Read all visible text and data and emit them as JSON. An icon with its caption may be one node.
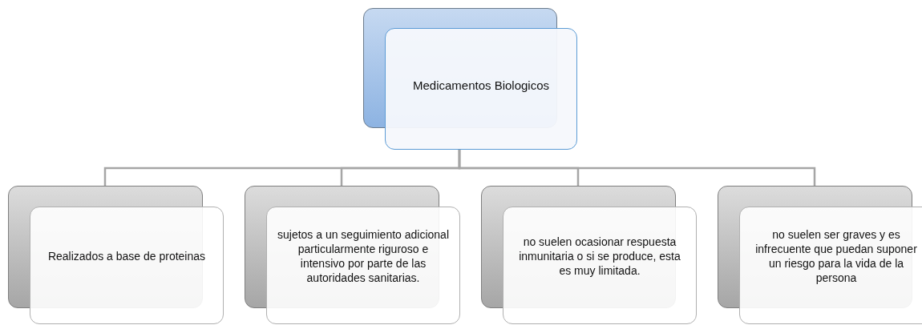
{
  "diagram": {
    "nodes": [
      {
        "text": [
          "Medicamentos Biologicos"
        ]
      },
      {
        "text": [
          "Realizados a base de proteinas"
        ]
      },
      {
        "text": [
          "sujetos a un seguimiento adicional particularmente riguroso e intensivo por parte de las autoridades sanitarias."
        ]
      },
      {
        "text": [
          "no suelen ocasionar respuesta inmunitaria o si se produce, esta es muy limitada."
        ]
      },
      {
        "text": [
          "no suelen ser graves y es infrecuente que puedan suponer un riesgo para la vida de la persona"
        ]
      }
    ],
    "edges": [
      {
        "from": 0,
        "to": 1,
        "arrow": "none"
      },
      {
        "from": 0,
        "to": 2,
        "arrow": "none"
      },
      {
        "from": 0,
        "to": 3,
        "arrow": "none"
      },
      {
        "from": 0,
        "to": 4,
        "arrow": "none"
      }
    ]
  }
}
